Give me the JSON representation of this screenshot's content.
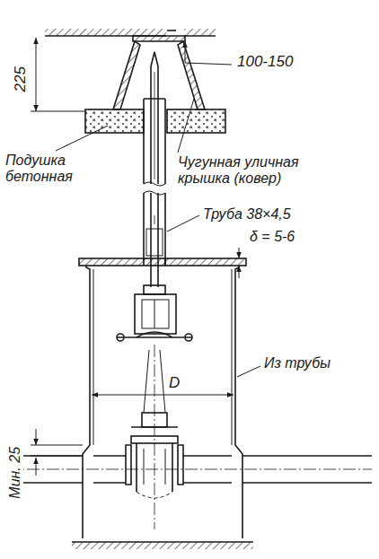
{
  "diagram": {
    "labels": [
      "225",
      "100-150",
      "Подушка бетонная",
      "Чугунная уличная крышка (ковер)",
      "Труба 38×4,5",
      "δ = 5-6",
      "D",
      "Из трубы",
      "Мин. 25"
    ]
  }
}
